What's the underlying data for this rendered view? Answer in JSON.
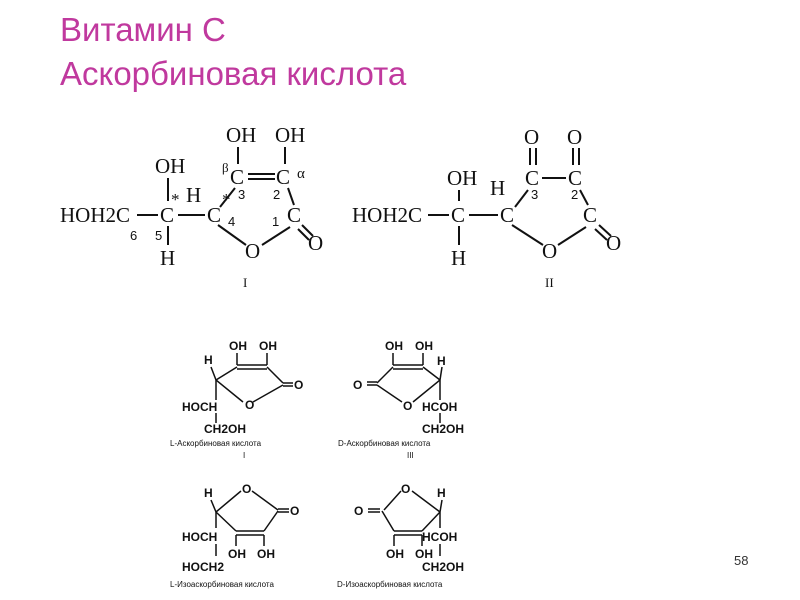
{
  "title": {
    "line1": "Витамин С",
    "line2": "Аскорбиновая кислота"
  },
  "page_number": "58",
  "colors": {
    "title": "#c0399e",
    "ink": "#111111"
  },
  "structure_I": {
    "roman": "I",
    "oh_left": "OH",
    "oh_right": "OH",
    "oh_side": "OH",
    "h_top": "H",
    "h_bottom": "H",
    "hoh2c": "HOH2C",
    "c_side": "C",
    "c4": "C",
    "c3": "C",
    "c2": "C",
    "c1": "C",
    "ring_o": "O",
    "carbonyl_o": "O",
    "n6": "6",
    "n5": "5",
    "n4": "4",
    "n3": "3",
    "n2": "2",
    "n1": "1",
    "alpha": "α",
    "beta": "β",
    "star1": "*",
    "star2": "*"
  },
  "structure_II": {
    "roman": "II",
    "o3": "O",
    "o2": "O",
    "oh_side": "OH",
    "h_top": "H",
    "h_bottom": "H",
    "hoh2c": "HOH2C",
    "c_side": "C",
    "c4": "C",
    "c3": "C",
    "c2": "C",
    "c1": "C",
    "ring_o": "O",
    "carbonyl_o": "O",
    "n3": "3",
    "n2": "2"
  },
  "isomers": {
    "l_ascorbic": {
      "caption": "L-Аскорбиновая кислота",
      "roman": "I",
      "oh1": "OH",
      "oh2": "OH",
      "h": "H",
      "o_carbonyl": "O",
      "o_ring": "O",
      "hoch": "HOCH",
      "ch2oh": "CH2OH"
    },
    "d_ascorbic": {
      "caption": "D-Аскорбиновая кислота",
      "roman": "III",
      "oh1": "OH",
      "oh2": "OH",
      "h": "H",
      "o_carbonyl": "O",
      "o_ring": "O",
      "hcoh": "HCOH",
      "ch2oh": "CH2OH"
    },
    "l_isoascorbic": {
      "caption": "L-Изоаскорбиновая кислота",
      "h": "H",
      "o_ring": "O",
      "o_carbonyl": "O",
      "hoch": "HOCH",
      "hoch2": "HOCH2",
      "oh1": "OH",
      "oh2": "OH"
    },
    "d_isoascorbic": {
      "caption": "D-Изоаскорбиновая кислота",
      "h": "H",
      "o_ring": "O",
      "o_carbonyl": "O",
      "hcoh": "HCOH",
      "ch2oh": "CH2OH",
      "oh1": "OH",
      "oh2": "OH"
    }
  }
}
